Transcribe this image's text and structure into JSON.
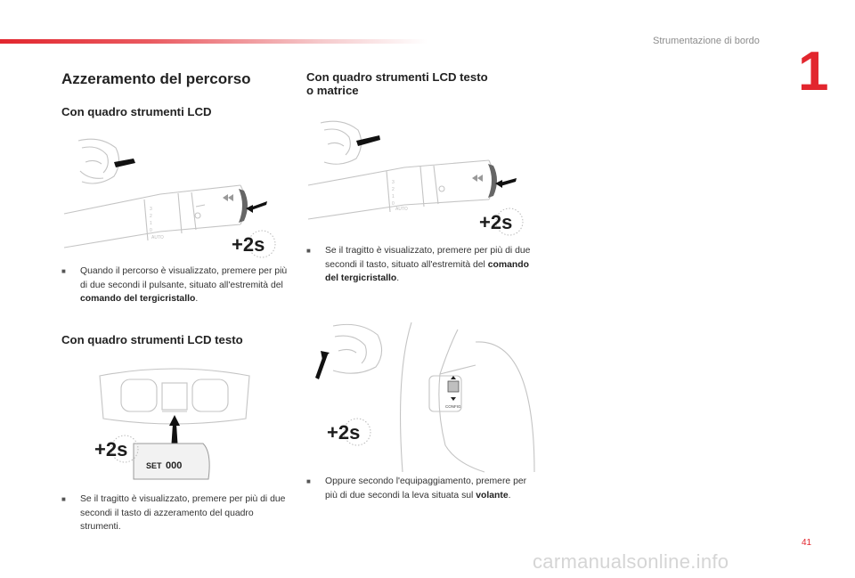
{
  "header": {
    "title": "Strumentazione di bordo",
    "chapter": "1"
  },
  "page_number": "41",
  "watermark": "carmanualsonline.info",
  "left": {
    "title": "Azzeramento del percorso",
    "sec_lcd": {
      "heading": "Con quadro strumenti LCD",
      "text_before": "Quando il percorso è visualizzato, premere per più di due secondi il pulsante, situato all'estremità del ",
      "text_bold": "comando del tergicristallo",
      "text_after": "."
    },
    "sec_lcd_text": {
      "heading": "Con quadro strumenti LCD testo",
      "text": "Se il tragitto è visualizzato, premere per più di due secondi il tasto di azzeramento del quadro strumenti."
    }
  },
  "right": {
    "sec_matrix": {
      "heading_line1": "Con quadro strumenti LCD testo",
      "heading_line2": "o matrice",
      "text_before": "Se il tragitto è visualizzato, premere per più di due secondi il tasto, situato all'estremità del ",
      "text_bold": "comando del tergicristallo",
      "text_after": "."
    },
    "sec_wheel": {
      "text_before": "Oppure secondo l'equipaggiamento, premere per più di due secondi la leva situata sul ",
      "text_bold": "volante",
      "text_after": "."
    }
  },
  "figures": {
    "hold_label": "+2s",
    "set_label": "SET",
    "set_value": "000",
    "auto_label": "AUTO",
    "config_label": "CONFIG"
  },
  "colors": {
    "accent": "#e2262e",
    "text": "#222222",
    "line_art": "#bdbdbd"
  }
}
